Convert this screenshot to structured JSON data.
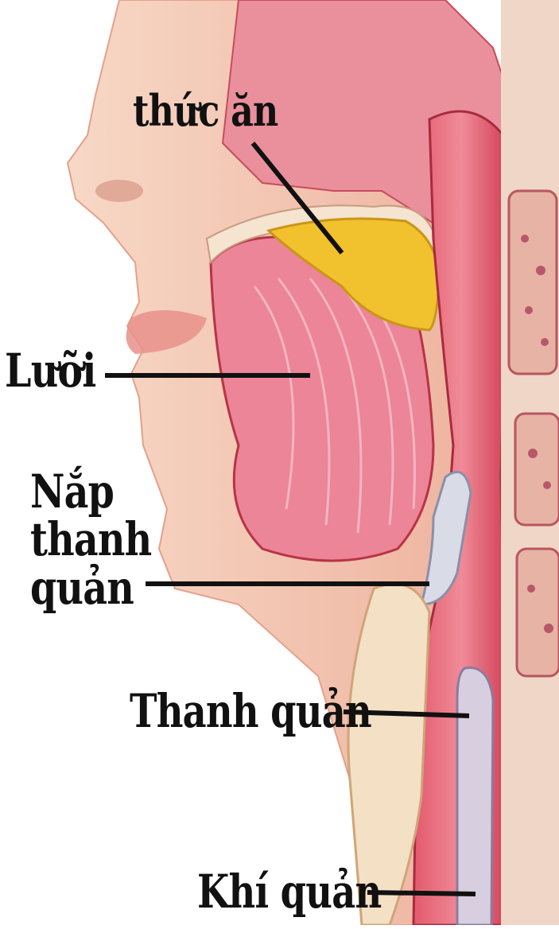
{
  "diagram": {
    "labels": {
      "food": "thức ăn",
      "tongue": "Lưỡi",
      "epiglottis_lines": [
        "Nắp",
        "thanh",
        "quản"
      ],
      "larynx": "Thanh quản",
      "trachea": "Khí quản"
    },
    "colors": {
      "skin": "#f3c7b2",
      "muscle": "#e46a7c",
      "food": "#f2c12e",
      "bone": "#f4e4d0",
      "cartilage": "#d9dbe6",
      "leader_line": "#111111"
    }
  }
}
